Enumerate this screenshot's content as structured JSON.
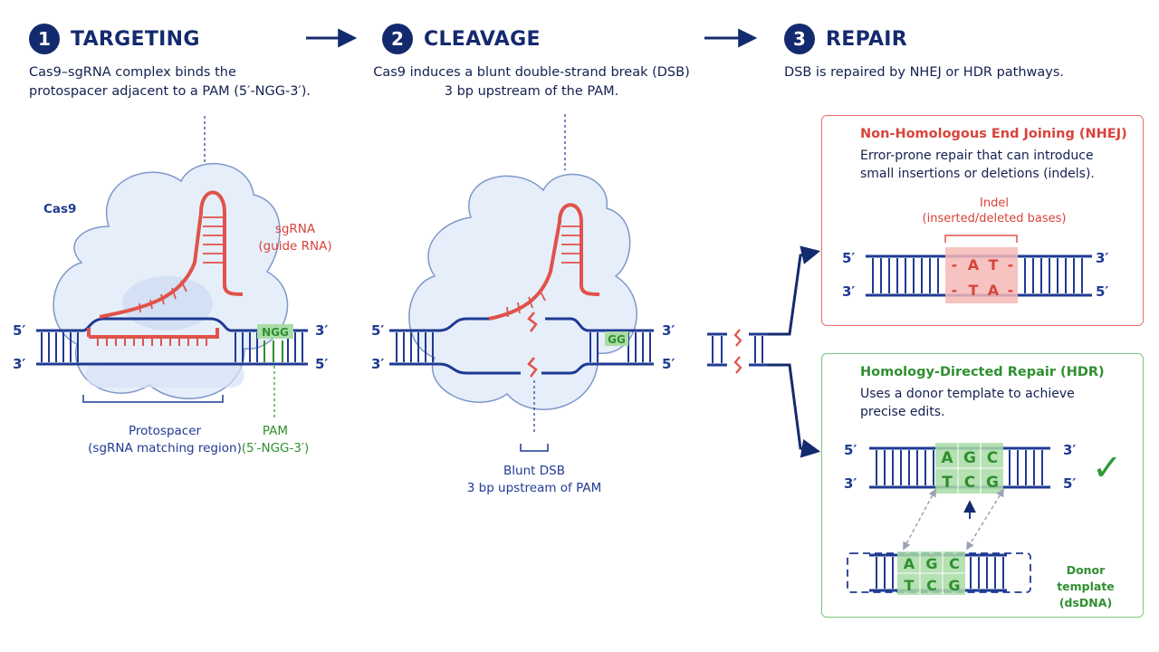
{
  "steps": [
    {
      "number": "1",
      "title": "TARGETING",
      "desc_line1": "Cas9–sgRNA complex binds the",
      "desc_line2": "protospacer adjacent to a PAM (5′-NGG-3′)."
    },
    {
      "number": "2",
      "title": "CLEAVAGE",
      "desc_line1": "Cas9 induces a blunt double-strand break (DSB)",
      "desc_line2": "3 bp upstream of the PAM."
    },
    {
      "number": "3",
      "title": "REPAIR",
      "desc_line1": "DSB is repaired by NHEJ or HDR pathways.",
      "desc_line2": ""
    }
  ],
  "targeting": {
    "cas9_label": "Cas9",
    "sgrna_line1": "sgRNA",
    "sgrna_line2": "(guide RNA)",
    "protospacer_line1": "Protospacer",
    "protospacer_line2": "(sgRNA matching region)",
    "pam_line1": "PAM",
    "pam_line2": "(5′-NGG-3′)",
    "pam_seq": "NGG",
    "end_5": "5′",
    "end_3": "3′"
  },
  "cleavage": {
    "pam_seq": "GG",
    "dsb_line1": "Blunt DSB",
    "dsb_line2": "3 bp upstream of PAM"
  },
  "nhej": {
    "title": "Non-Homologous End Joining (NHEJ)",
    "desc_line1": "Error-prone repair that can introduce",
    "desc_line2": "small insertions or deletions (indels).",
    "indel_line1": "Indel",
    "indel_line2": "(inserted/deleted bases)",
    "top_bases": [
      "-",
      "A",
      "T",
      "-"
    ],
    "bottom_bases": [
      "-",
      "T",
      "A",
      "-"
    ]
  },
  "hdr": {
    "title": "Homology-Directed Repair (HDR)",
    "desc_line1": "Uses a donor template to achieve",
    "desc_line2": "precise edits.",
    "top_bases": [
      "A",
      "G",
      "C"
    ],
    "bottom_bases": [
      "T",
      "C",
      "G"
    ],
    "donor_line1": "Donor template",
    "donor_line2": "(dsDNA)",
    "check": "✓"
  },
  "colors": {
    "dna": "#1f3a93",
    "rna": "#e0524a",
    "pam_fill": "#a9dca6",
    "cloud_fill": "#e6eefa",
    "nhej_border": "#e8706a",
    "hdr_border": "#7cc57c"
  }
}
